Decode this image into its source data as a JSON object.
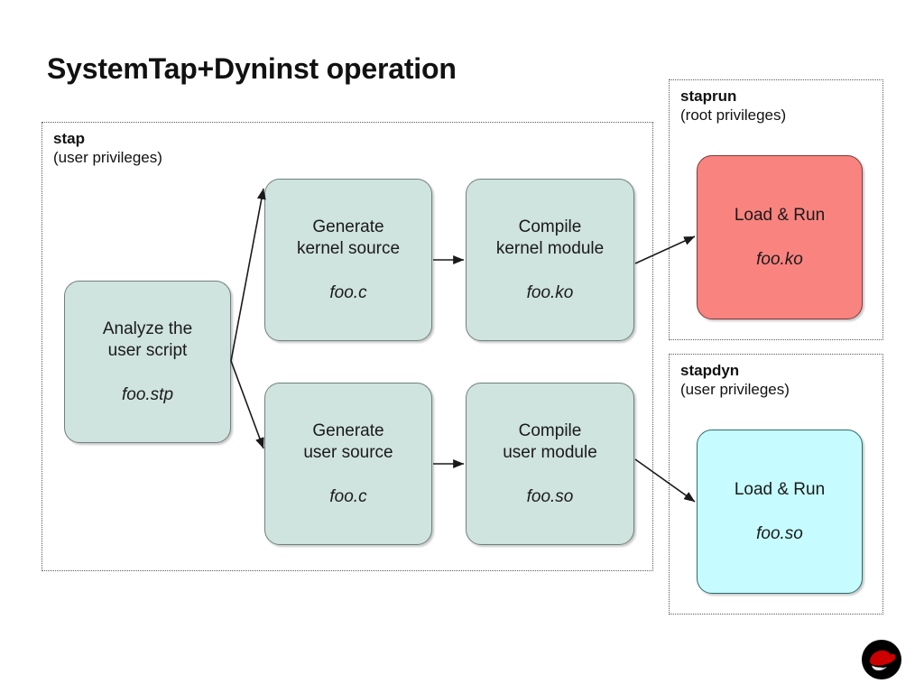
{
  "slide": {
    "title": "SystemTap+Dyninst operation",
    "background_color": "#ffffff"
  },
  "groups": [
    {
      "id": "stap",
      "name": "stap",
      "privileges": "(user privileges)"
    },
    {
      "id": "staprun",
      "name": "staprun",
      "privileges": "(root privileges)"
    },
    {
      "id": "stapdyn",
      "name": "stapdyn",
      "privileges": "(user privileges)"
    }
  ],
  "nodes": [
    {
      "id": "analyze",
      "title": "Analyze the\nuser script",
      "file": "foo.stp",
      "color": "#cfe3df"
    },
    {
      "id": "gen-kernel",
      "title": "Generate\nkernel source",
      "file": "foo.c",
      "color": "#cfe3df"
    },
    {
      "id": "comp-kernel",
      "title": "Compile\nkernel module",
      "file": "foo.ko",
      "color": "#cfe3df"
    },
    {
      "id": "gen-user",
      "title": "Generate\nuser source",
      "file": "foo.c",
      "color": "#cfe3df"
    },
    {
      "id": "comp-user",
      "title": "Compile\nuser module",
      "file": "foo.so",
      "color": "#cfe3df"
    },
    {
      "id": "load-ko",
      "title": "Load & Run",
      "file": "foo.ko",
      "color": "#f9837f"
    },
    {
      "id": "load-so",
      "title": "Load & Run",
      "file": "foo.so",
      "color": "#c6fcff"
    }
  ],
  "edges": [
    {
      "from": "analyze",
      "to": "gen-kernel"
    },
    {
      "from": "analyze",
      "to": "gen-user"
    },
    {
      "from": "gen-kernel",
      "to": "comp-kernel"
    },
    {
      "from": "gen-user",
      "to": "comp-user"
    },
    {
      "from": "comp-kernel",
      "to": "load-ko"
    },
    {
      "from": "comp-user",
      "to": "load-so"
    }
  ],
  "logo": {
    "name": "red-hat-shadowman-logo",
    "color": "#cc0000"
  }
}
